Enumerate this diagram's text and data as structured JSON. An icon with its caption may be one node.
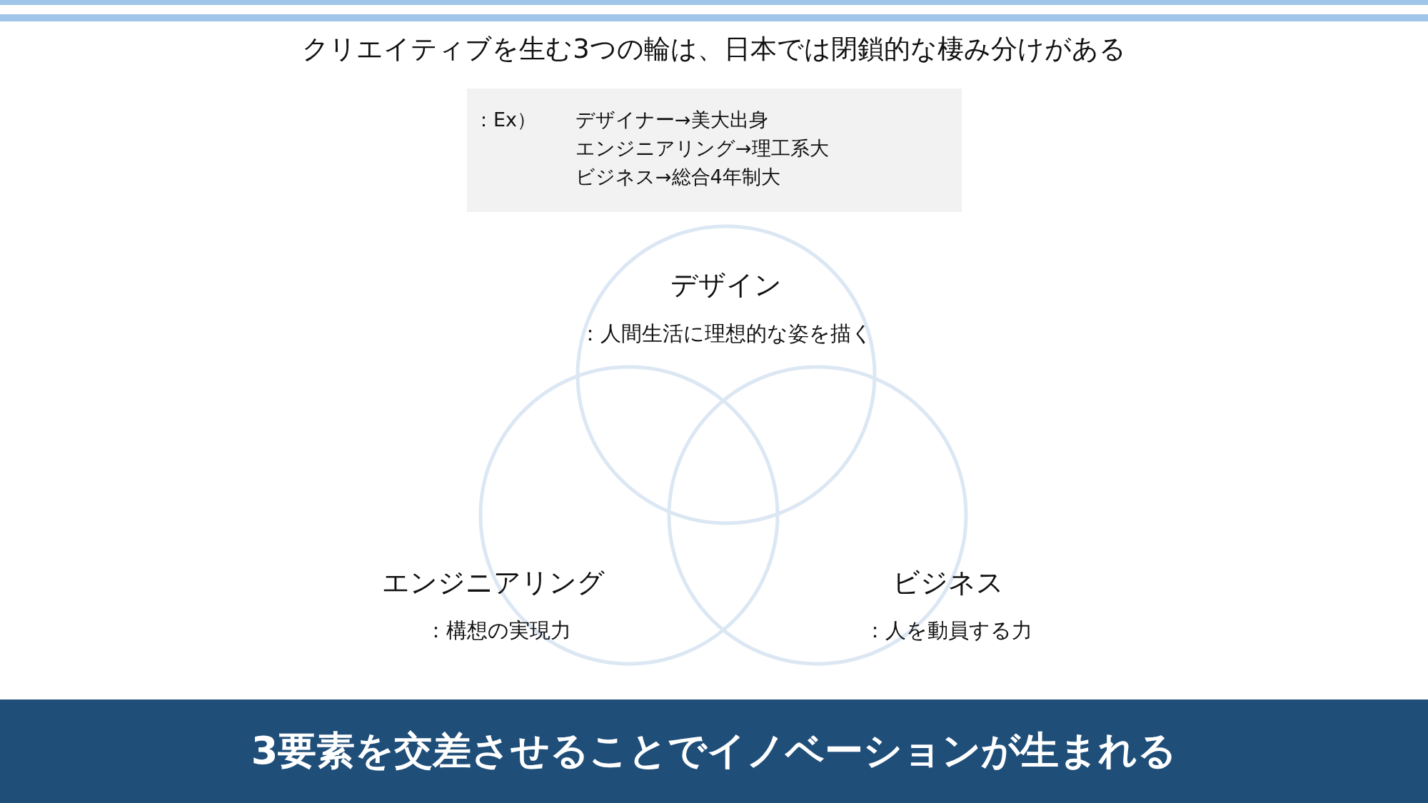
{
  "diagram": {
    "title": "クリエイティブを生む3つの輪は、日本では閉鎖的な棲み分けがある",
    "nodes": [
      {
        "text": [
          "：Ex）",
          "デザイナー→美大出身",
          "エンジニアリング→理工系大",
          "ビジネス→総合4年制大"
        ]
      },
      {
        "text": [
          "デザイン",
          "：人間生活に理想的な姿を描く"
        ]
      },
      {
        "text": [
          "エンジニアリング",
          "：構想の実現力"
        ]
      },
      {
        "text": [
          "ビジネス",
          "：人を動員する力"
        ]
      },
      {
        "text": [
          "3要素を交差させることでイノベーションが生まれる"
        ]
      }
    ]
  }
}
